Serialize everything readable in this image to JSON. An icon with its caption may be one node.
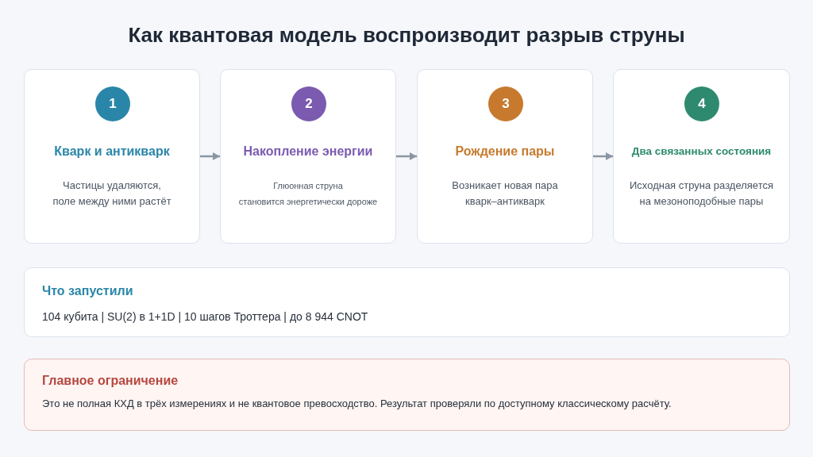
{
  "diagram": {
    "title": "Как квантовая модель воспроизводит разрыв струны",
    "nodes": [
      {
        "text": [
          "Кварк и антикварк",
          "Частицы удаляются, поле между ними растёт"
        ]
      },
      {
        "text": [
          "1"
        ],
        "in": 0
      },
      {
        "text": [
          "Накопление энергии",
          "Глюонная струна становится энергетически дороже"
        ]
      },
      {
        "text": [
          "2"
        ],
        "in": 2
      },
      {
        "text": [
          "Рождение пары",
          "Возникает новая пара кварк–антикварк"
        ]
      },
      {
        "text": [
          "3"
        ],
        "in": 4
      },
      {
        "text": [
          "Два связанных состояния",
          "Исходная струна разделяется на мезоноподобные пары"
        ]
      },
      {
        "text": [
          "4"
        ],
        "in": 6
      },
      {
        "text": [
          "Что запустили",
          "104 кубита | SU(2) в 1+1D | 10 шагов Троттера | до 8 944 CNOT"
        ]
      },
      {
        "text": [
          "Главное ограничение",
          "Это не полная КХД в трёх измерениях и не квантовое превосходство. Результат проверяли по доступному классическому расчёту."
        ]
      }
    ],
    "edges": [
      {
        "from": 0,
        "to": 2,
        "arrow": "to"
      },
      {
        "from": 2,
        "to": 4,
        "arrow": "to"
      },
      {
        "from": 4,
        "to": 6,
        "arrow": "to"
      }
    ]
  }
}
